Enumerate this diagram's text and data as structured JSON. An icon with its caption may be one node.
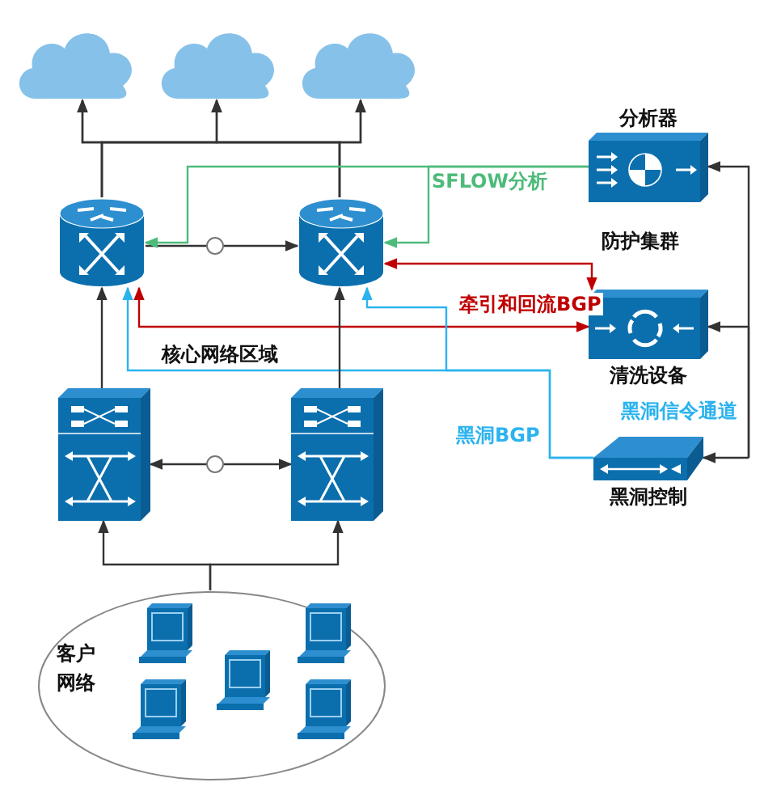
{
  "diagram": {
    "nodes": [
      {
        "text": [],
        "shape": "cloud"
      },
      {
        "text": [],
        "shape": "cloud"
      },
      {
        "text": [],
        "shape": "cloud"
      },
      {
        "text": [],
        "shape": "cylinder"
      },
      {
        "text": [],
        "shape": "cylinder"
      },
      {
        "text": [
          "分析器"
        ]
      },
      {
        "text": [
          "清洗设备"
        ]
      },
      {
        "text": [
          "黑洞控制"
        ]
      },
      {
        "text": [],
        "shape": "box"
      },
      {
        "text": [],
        "shape": "box"
      },
      {
        "text": [
          "客户网络"
        ]
      }
    ],
    "edges": [
      {
        "from": 3,
        "to": 0,
        "arrow": "to"
      },
      {
        "from": 3,
        "to": 1,
        "arrow": "to"
      },
      {
        "from": 3,
        "to": 2,
        "arrow": "to"
      },
      {
        "from": 4,
        "to": 0,
        "arrow": "to"
      },
      {
        "from": 4,
        "to": 1,
        "arrow": "to"
      },
      {
        "from": 4,
        "to": 2,
        "arrow": "to"
      },
      {
        "from": 3,
        "to": 4,
        "arrow": "to"
      },
      {
        "from": 5,
        "to": 3,
        "arrow": "to",
        "color": "#4dbb7a"
      },
      {
        "from": 5,
        "to": 4,
        "arrow": "to",
        "color": "#4dbb7a",
        "label": "SFLOW分析"
      },
      {
        "from": 6,
        "to": 4,
        "arrow": "both",
        "color": "#c00000"
      },
      {
        "from": 6,
        "to": 3,
        "arrow": "both",
        "color": "#c00000",
        "label": "牵引和回流BGP"
      },
      {
        "from": 7,
        "to": 3,
        "arrow": "to",
        "color": "#2bb3ee"
      },
      {
        "from": 7,
        "to": 4,
        "arrow": "to",
        "color": "#2bb3ee"
      },
      {
        "from": null,
        "to": 5,
        "arrow": "to"
      },
      {
        "from": null,
        "to": 6,
        "arrow": "to"
      },
      {
        "from": null,
        "to": 7,
        "arrow": "to"
      },
      {
        "from": 8,
        "to": 3,
        "arrow": "to"
      },
      {
        "from": 9,
        "to": 4,
        "arrow": "to"
      },
      {
        "from": 8,
        "to": 9,
        "arrow": "both"
      },
      {
        "from": 10,
        "to": 8,
        "arrow": "to"
      },
      {
        "from": 10,
        "to": 9,
        "arrow": "to"
      }
    ],
    "labels": [
      "防护集群",
      "核心网络区域",
      "黑洞信令通道",
      "黑洞BGP"
    ]
  }
}
